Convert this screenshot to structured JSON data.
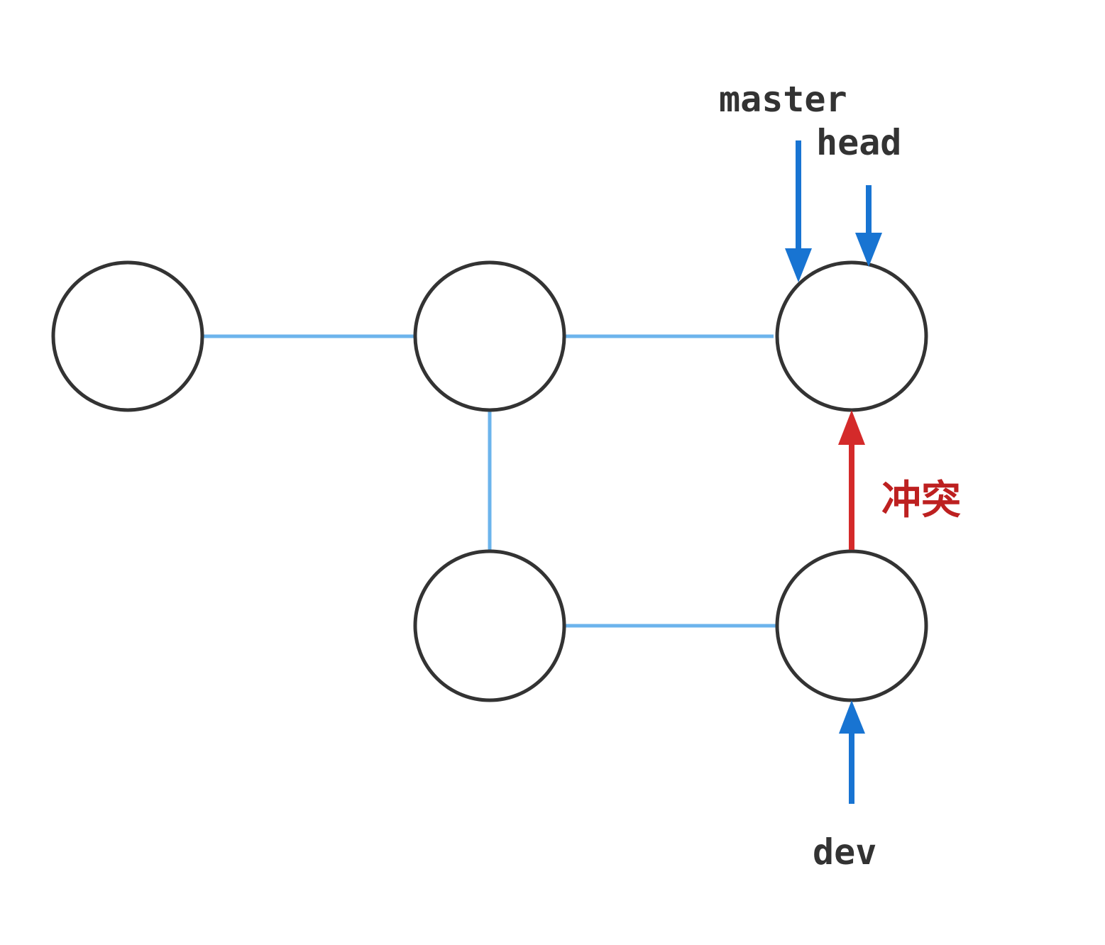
{
  "colors": {
    "node_stroke": "#333333",
    "edge": "#6cb4ec",
    "pointer_arrow": "#1874d2",
    "conflict_arrow": "#d42a2a",
    "conflict_text": "#bd2020",
    "label_text": "#333333"
  },
  "labels": {
    "master": "master",
    "head": "head",
    "dev": "dev",
    "conflict": "冲突"
  }
}
